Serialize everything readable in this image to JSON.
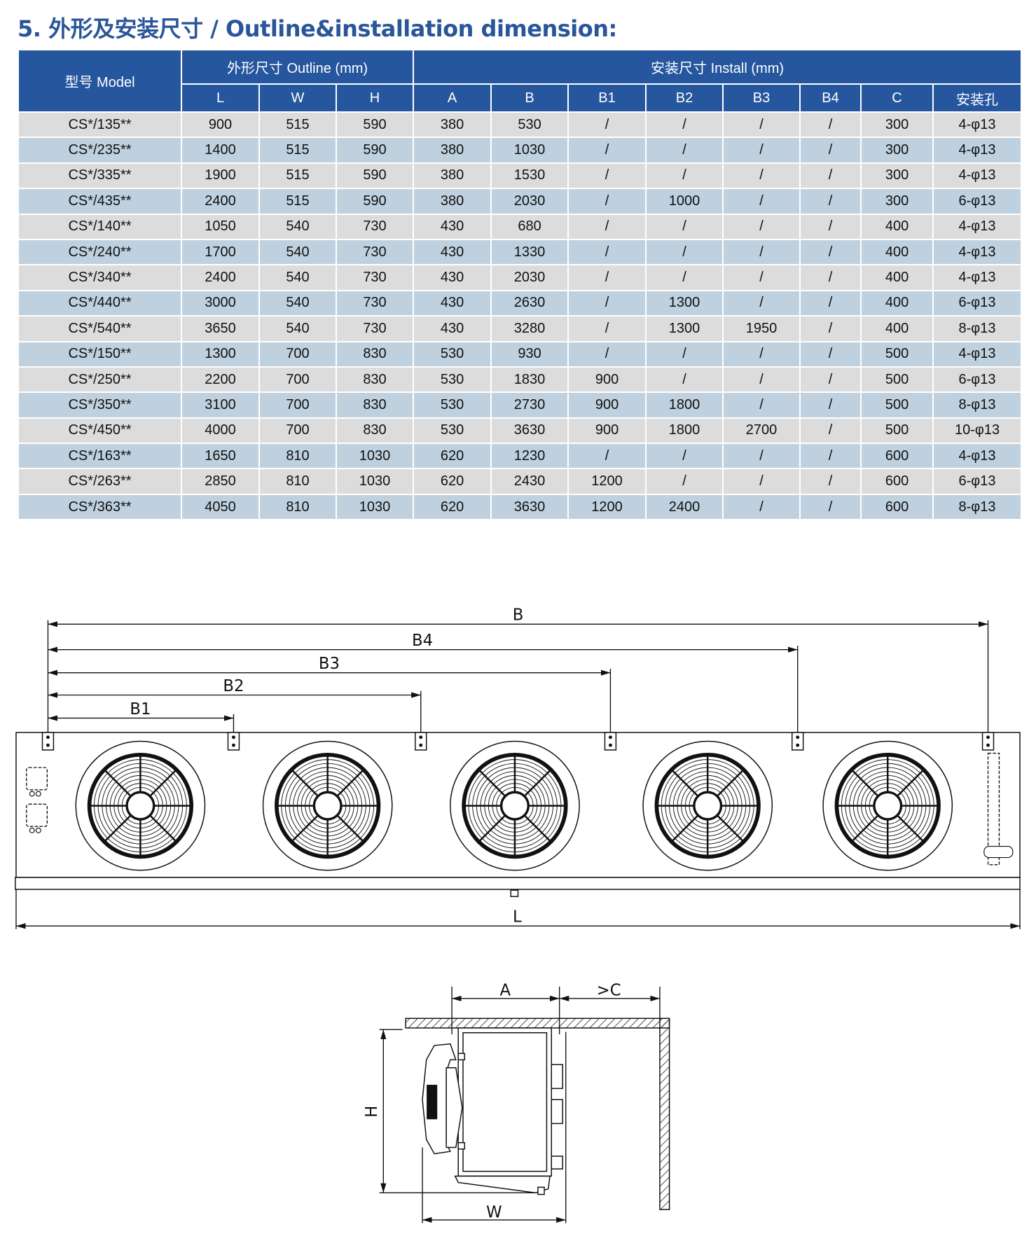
{
  "title": "5. 外形及安装尺寸 / Outline&installation dimension:",
  "table": {
    "model_header": "型号 Model",
    "outline_header": "外形尺寸 Outline (mm)",
    "install_header": "安装尺寸 Install (mm)",
    "sub_headers": [
      "L",
      "W",
      "H",
      "A",
      "B",
      "B1",
      "B2",
      "B3",
      "B4",
      "C",
      "安装孔"
    ],
    "rows": [
      [
        "CS*/135**",
        "900",
        "515",
        "590",
        "380",
        "530",
        "/",
        "/",
        "/",
        "/",
        "300",
        "4-φ13"
      ],
      [
        "CS*/235**",
        "1400",
        "515",
        "590",
        "380",
        "1030",
        "/",
        "/",
        "/",
        "/",
        "300",
        "4-φ13"
      ],
      [
        "CS*/335**",
        "1900",
        "515",
        "590",
        "380",
        "1530",
        "/",
        "/",
        "/",
        "/",
        "300",
        "4-φ13"
      ],
      [
        "CS*/435**",
        "2400",
        "515",
        "590",
        "380",
        "2030",
        "/",
        "1000",
        "/",
        "/",
        "300",
        "6-φ13"
      ],
      [
        "CS*/140**",
        "1050",
        "540",
        "730",
        "430",
        "680",
        "/",
        "/",
        "/",
        "/",
        "400",
        "4-φ13"
      ],
      [
        "CS*/240**",
        "1700",
        "540",
        "730",
        "430",
        "1330",
        "/",
        "/",
        "/",
        "/",
        "400",
        "4-φ13"
      ],
      [
        "CS*/340**",
        "2400",
        "540",
        "730",
        "430",
        "2030",
        "/",
        "/",
        "/",
        "/",
        "400",
        "4-φ13"
      ],
      [
        "CS*/440**",
        "3000",
        "540",
        "730",
        "430",
        "2630",
        "/",
        "1300",
        "/",
        "/",
        "400",
        "6-φ13"
      ],
      [
        "CS*/540**",
        "3650",
        "540",
        "730",
        "430",
        "3280",
        "/",
        "1300",
        "1950",
        "/",
        "400",
        "8-φ13"
      ],
      [
        "CS*/150**",
        "1300",
        "700",
        "830",
        "530",
        "930",
        "/",
        "/",
        "/",
        "/",
        "500",
        "4-φ13"
      ],
      [
        "CS*/250**",
        "2200",
        "700",
        "830",
        "530",
        "1830",
        "900",
        "/",
        "/",
        "/",
        "500",
        "6-φ13"
      ],
      [
        "CS*/350**",
        "3100",
        "700",
        "830",
        "530",
        "2730",
        "900",
        "1800",
        "/",
        "/",
        "500",
        "8-φ13"
      ],
      [
        "CS*/450**",
        "4000",
        "700",
        "830",
        "530",
        "3630",
        "900",
        "1800",
        "2700",
        "/",
        "500",
        "10-φ13"
      ],
      [
        "CS*/163**",
        "1650",
        "810",
        "1030",
        "620",
        "1230",
        "/",
        "/",
        "/",
        "/",
        "600",
        "4-φ13"
      ],
      [
        "CS*/263**",
        "2850",
        "810",
        "1030",
        "620",
        "2430",
        "1200",
        "/",
        "/",
        "/",
        "600",
        "6-φ13"
      ],
      [
        "CS*/363**",
        "4050",
        "810",
        "1030",
        "620",
        "3630",
        "1200",
        "2400",
        "/",
        "/",
        "600",
        "8-φ13"
      ]
    ]
  },
  "drawing": {
    "front_labels": {
      "B": "B",
      "B4": "B4",
      "B3": "B3",
      "B2": "B2",
      "B1": "B1",
      "L": "L"
    },
    "side_labels": {
      "A": "A",
      "C": ">C",
      "H": "H",
      "W": "W"
    }
  }
}
